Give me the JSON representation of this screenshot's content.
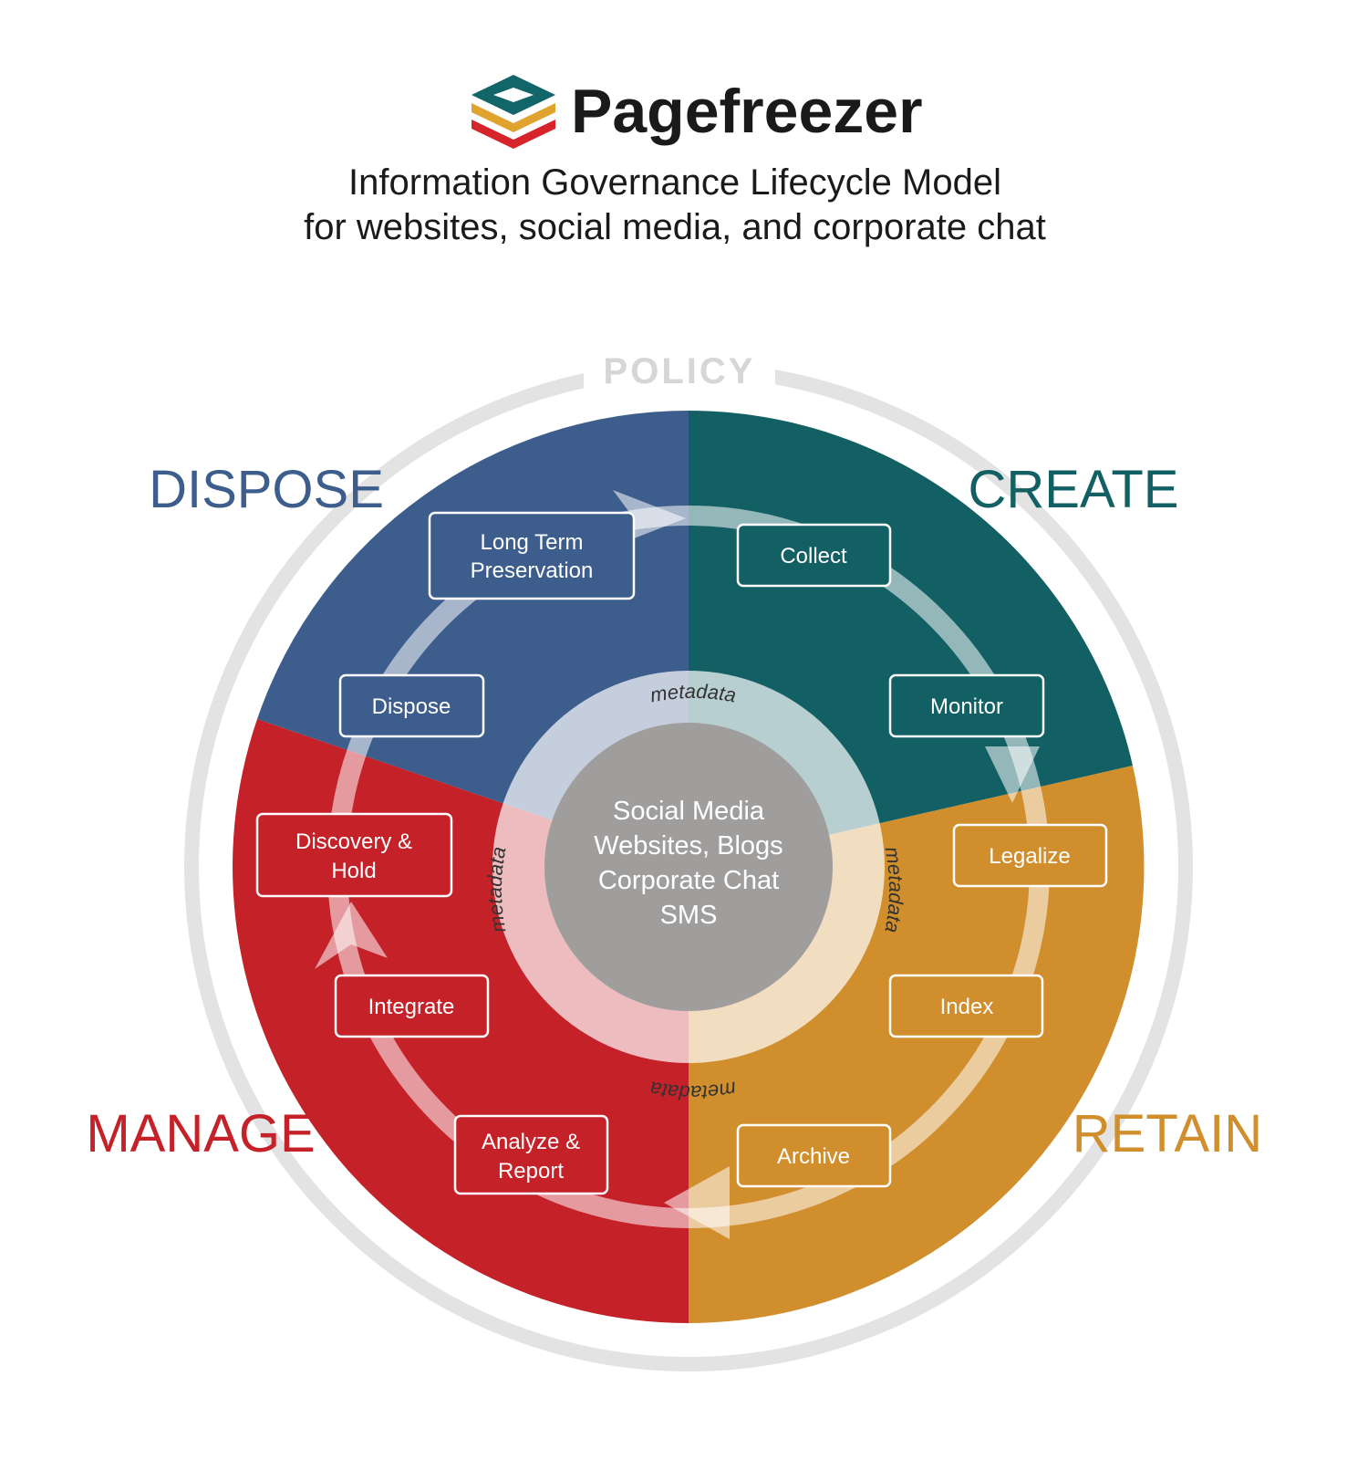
{
  "brand": {
    "name": "Pagefreezer",
    "logo_icon": "stacked-layers-icon",
    "logo_colors": [
      "#12666a",
      "#e0a32e",
      "#d5252b"
    ]
  },
  "title": {
    "line1": "Information Governance Lifecycle Model",
    "line2": "for websites, social media, and corporate chat"
  },
  "policy_ring": {
    "label": "POLICY",
    "color": "#e3e3e3"
  },
  "phases": {
    "dispose": {
      "label": "DISPOSE",
      "color": "#3d5d8c"
    },
    "create": {
      "label": "CREATE",
      "color": "#125f64"
    },
    "retain": {
      "label": "RETAIN",
      "color": "#d08e2c"
    },
    "manage": {
      "label": "MANAGE",
      "color": "#c42128"
    }
  },
  "steps": {
    "long_term_preservation": {
      "line1": "Long Term",
      "line2": "Preservation",
      "phase": "dispose"
    },
    "dispose": {
      "line1": "Dispose",
      "phase": "dispose"
    },
    "collect": {
      "line1": "Collect",
      "phase": "create"
    },
    "monitor": {
      "line1": "Monitor",
      "phase": "create"
    },
    "legalize": {
      "line1": "Legalize",
      "phase": "retain"
    },
    "index": {
      "line1": "Index",
      "phase": "retain"
    },
    "archive": {
      "line1": "Archive",
      "phase": "retain"
    },
    "analyze_report": {
      "line1": "Analyze &",
      "line2": "Report",
      "phase": "manage"
    },
    "integrate": {
      "line1": "Integrate",
      "phase": "manage"
    },
    "discovery_hold": {
      "line1": "Discovery &",
      "line2": "Hold",
      "phase": "manage"
    }
  },
  "center": {
    "line1": "Social Media",
    "line2": "Websites, Blogs",
    "line3": "Corporate Chat",
    "line4": "SMS"
  },
  "metadata_label": "metadata"
}
